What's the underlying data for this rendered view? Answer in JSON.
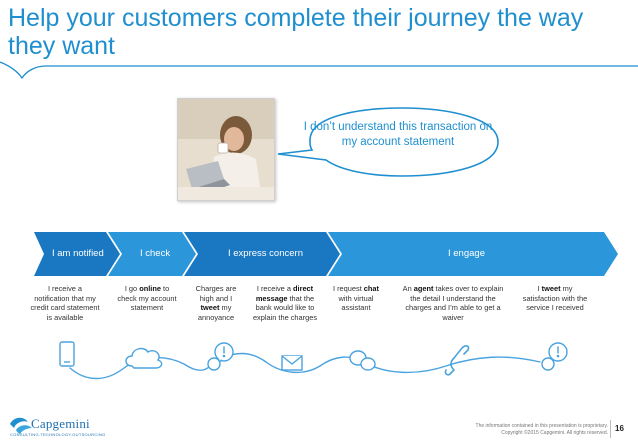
{
  "slide": {
    "title": "Help your customers complete their journey the way they want",
    "page_number": "16"
  },
  "bubble": {
    "text": "I don’t understand this transaction on my account statement"
  },
  "stages": [
    {
      "label": "I am notified"
    },
    {
      "label": "I check"
    },
    {
      "label": "I express concern"
    },
    {
      "label": "I engage"
    }
  ],
  "steps": [
    {
      "parts": [
        {
          "t": "I receive a notification that my credit card statement is available",
          "b": false
        }
      ]
    },
    {
      "parts": [
        {
          "t": "I go ",
          "b": false
        },
        {
          "t": "online",
          "b": true
        },
        {
          "t": " to check my account statement",
          "b": false
        }
      ]
    },
    {
      "parts": [
        {
          "t": "Charges are high and I ",
          "b": false
        },
        {
          "t": "tweet",
          "b": true
        },
        {
          "t": " my annoyance",
          "b": false
        }
      ]
    },
    {
      "parts": [
        {
          "t": "I receive a ",
          "b": false
        },
        {
          "t": "direct message",
          "b": true
        },
        {
          "t": " that the bank would like to explain the charges",
          "b": false
        }
      ]
    },
    {
      "parts": [
        {
          "t": "I request ",
          "b": false
        },
        {
          "t": "chat",
          "b": true
        },
        {
          "t": " with virtual assistant",
          "b": false
        }
      ]
    },
    {
      "parts": [
        {
          "t": "An ",
          "b": false
        },
        {
          "t": "agent",
          "b": true
        },
        {
          "t": " takes over to explain the detail I understand the charges and I’m able to get a waiver",
          "b": false
        }
      ]
    },
    {
      "parts": [
        {
          "t": "I ",
          "b": false
        },
        {
          "t": "tweet",
          "b": true
        },
        {
          "t": " my satisfaction with the service I received",
          "b": false
        }
      ]
    }
  ],
  "timeline_icons": [
    "mobile-phone-icon",
    "cloud-icon",
    "alert-bubble-icon",
    "envelope-icon",
    "chat-bubbles-icon",
    "telephone-icon",
    "alert-bubble-icon"
  ],
  "footer": {
    "logo": "Capgemini",
    "tagline": "CONSULTING.TECHNOLOGY.OUTSOURCING",
    "line1": "The information contained in this presentation is proprietary.",
    "line2": "Copyright ©2015 Capgemini. All rights reserved."
  },
  "colors": {
    "accent": "#1f8fcf",
    "arrow_dark": "#1a78c2",
    "arrow_light": "#2b96d9",
    "timeline": "#4aa3df"
  }
}
